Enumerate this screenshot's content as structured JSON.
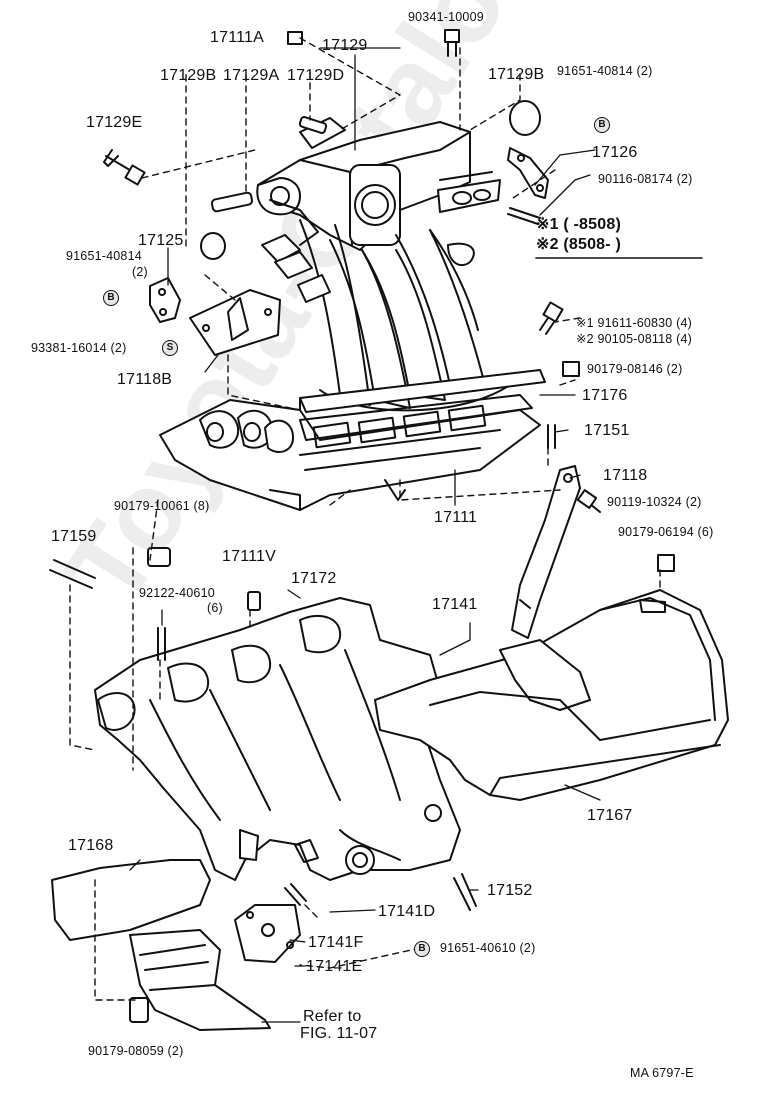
{
  "diagram": {
    "drawing_code": "MA  6797-E",
    "watermark": "Toyota-Catalog.ru",
    "notes": {
      "note1": "※1 (        -8508)",
      "note2": "※2 (8508-        )"
    },
    "reference": {
      "line1": "Refer to",
      "line2": "FIG. 11-07"
    },
    "codes": {
      "b": "B",
      "s": "S"
    },
    "parts": {
      "p90341": "90341-10009",
      "p17111A": "17111A",
      "p17129": "17129",
      "p17129B": "17129B",
      "p17129A": "17129A",
      "p17129D": "17129D",
      "p17129B_r": "17129B",
      "p91651_40814_r": "91651-40814 (2)",
      "p17129E": "17129E",
      "p17126": "17126",
      "p90116": "90116-08174 (2)",
      "p17125": "17125",
      "p91651_40814_l": "91651-40814",
      "p91651_40814_l_qty": "(2)",
      "p91611": "※1 91611-60830 (4)",
      "p90105": "※2 90105-08118 (4)",
      "p93381": "93381-16014 (2)",
      "p17118B": "17118B",
      "p90179_08146": "90179-08146 (2)",
      "p17176": "17176",
      "p17151": "17151",
      "p17118": "17118",
      "p90119": "90119-10324 (2)",
      "p17111": "17111",
      "p90179_10061": "90179-10061 (8)",
      "p90179_06194": "90179-06194 (6)",
      "p17159": "17159",
      "p17111V": "17111V",
      "p92122": "92122-40610",
      "p92122_qty": "(6)",
      "p17172": "17172",
      "p17141": "17141",
      "p17167": "17167",
      "p17168": "17168",
      "p17152": "17152",
      "p17141D": "17141D",
      "p17141F": "17141F",
      "p17141E": "17141E",
      "p91651_40610": "91651-40610 (2)",
      "p90179_08059": "90179-08059 (2)"
    }
  }
}
